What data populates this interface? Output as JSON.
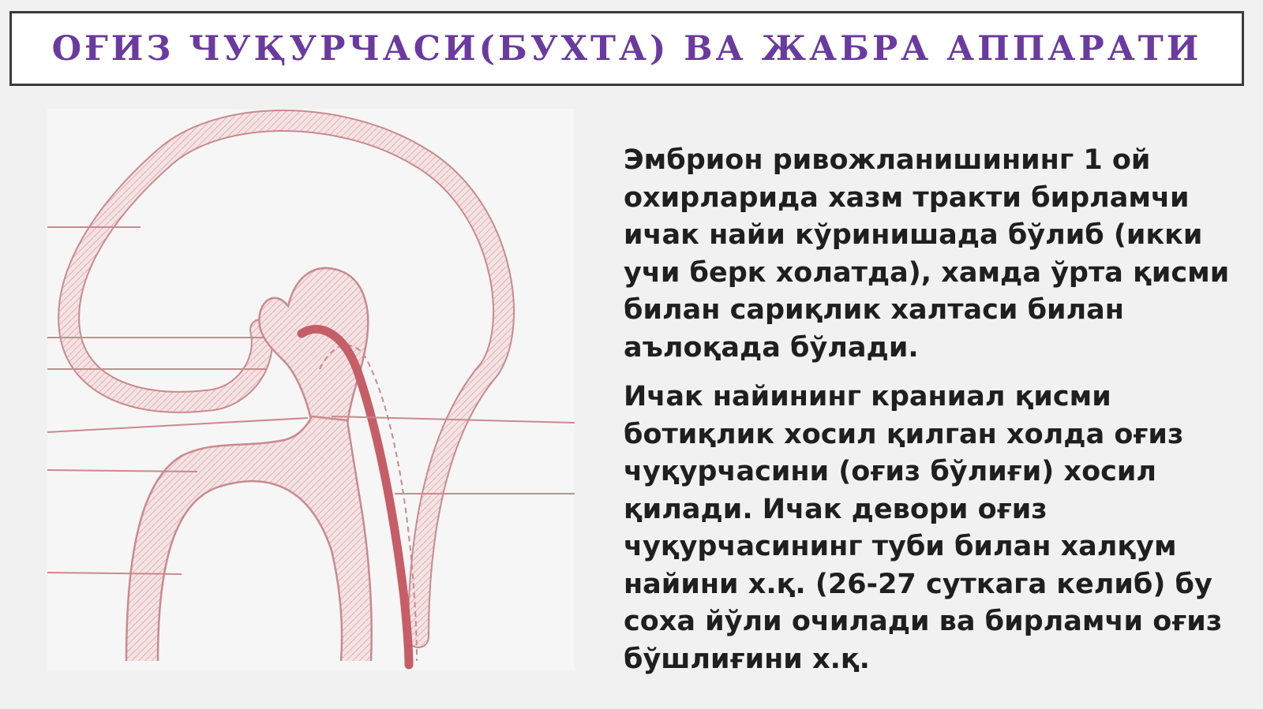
{
  "slide": {
    "title": "ОҒИЗ ЧУҚУРЧАСИ(БУХТА) ВА ЖАБРА АППАРАТИ",
    "paragraphs": [
      "Эмбрион ривожланишининг 1 ой охирларида хазм тракти бирламчи ичак найи кўринишада бўлиб (икки учи берк холатда), хамда ўрта қисми билан сариқлик халтаси билан аълоқада бўлади.",
      "Ичак найининг краниал қисми ботиқлик хосил қилган холда оғиз чуқурчасини (оғиз бўлиғи) хосил қилади. Ичак девори оғиз чуқурчасининг туби билан халқум найини х.қ. (26-27 суткага келиб) бу соха йўли очилади ва бирламчи оғиз бўшлиғини х.қ."
    ]
  },
  "colors": {
    "title": "#6a3aa0",
    "outline": "#c98a8e",
    "hatch": "#d9a6a9",
    "gut_tube": "#c65e68",
    "body_text": "#1f1f1f"
  }
}
